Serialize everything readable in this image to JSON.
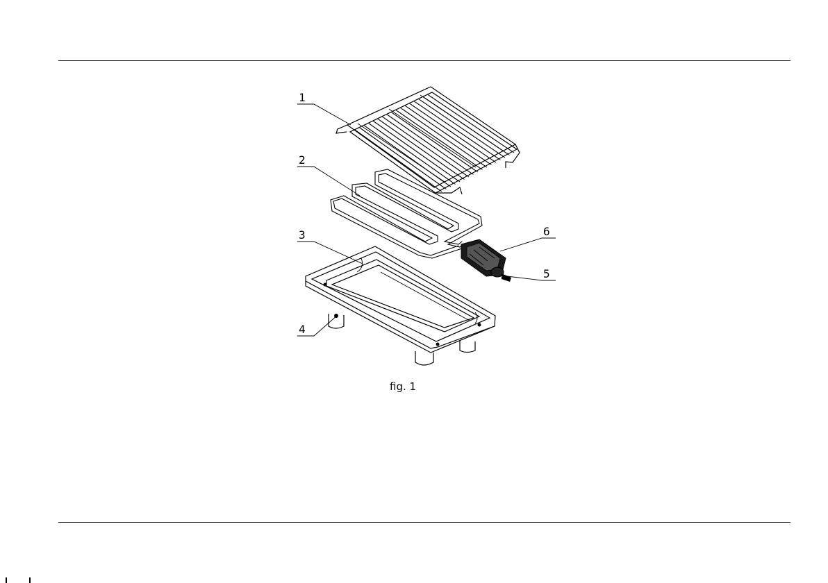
{
  "figure": {
    "caption": "fig. 1",
    "callouts": [
      "1",
      "2",
      "3",
      "4",
      "5",
      "6"
    ]
  }
}
